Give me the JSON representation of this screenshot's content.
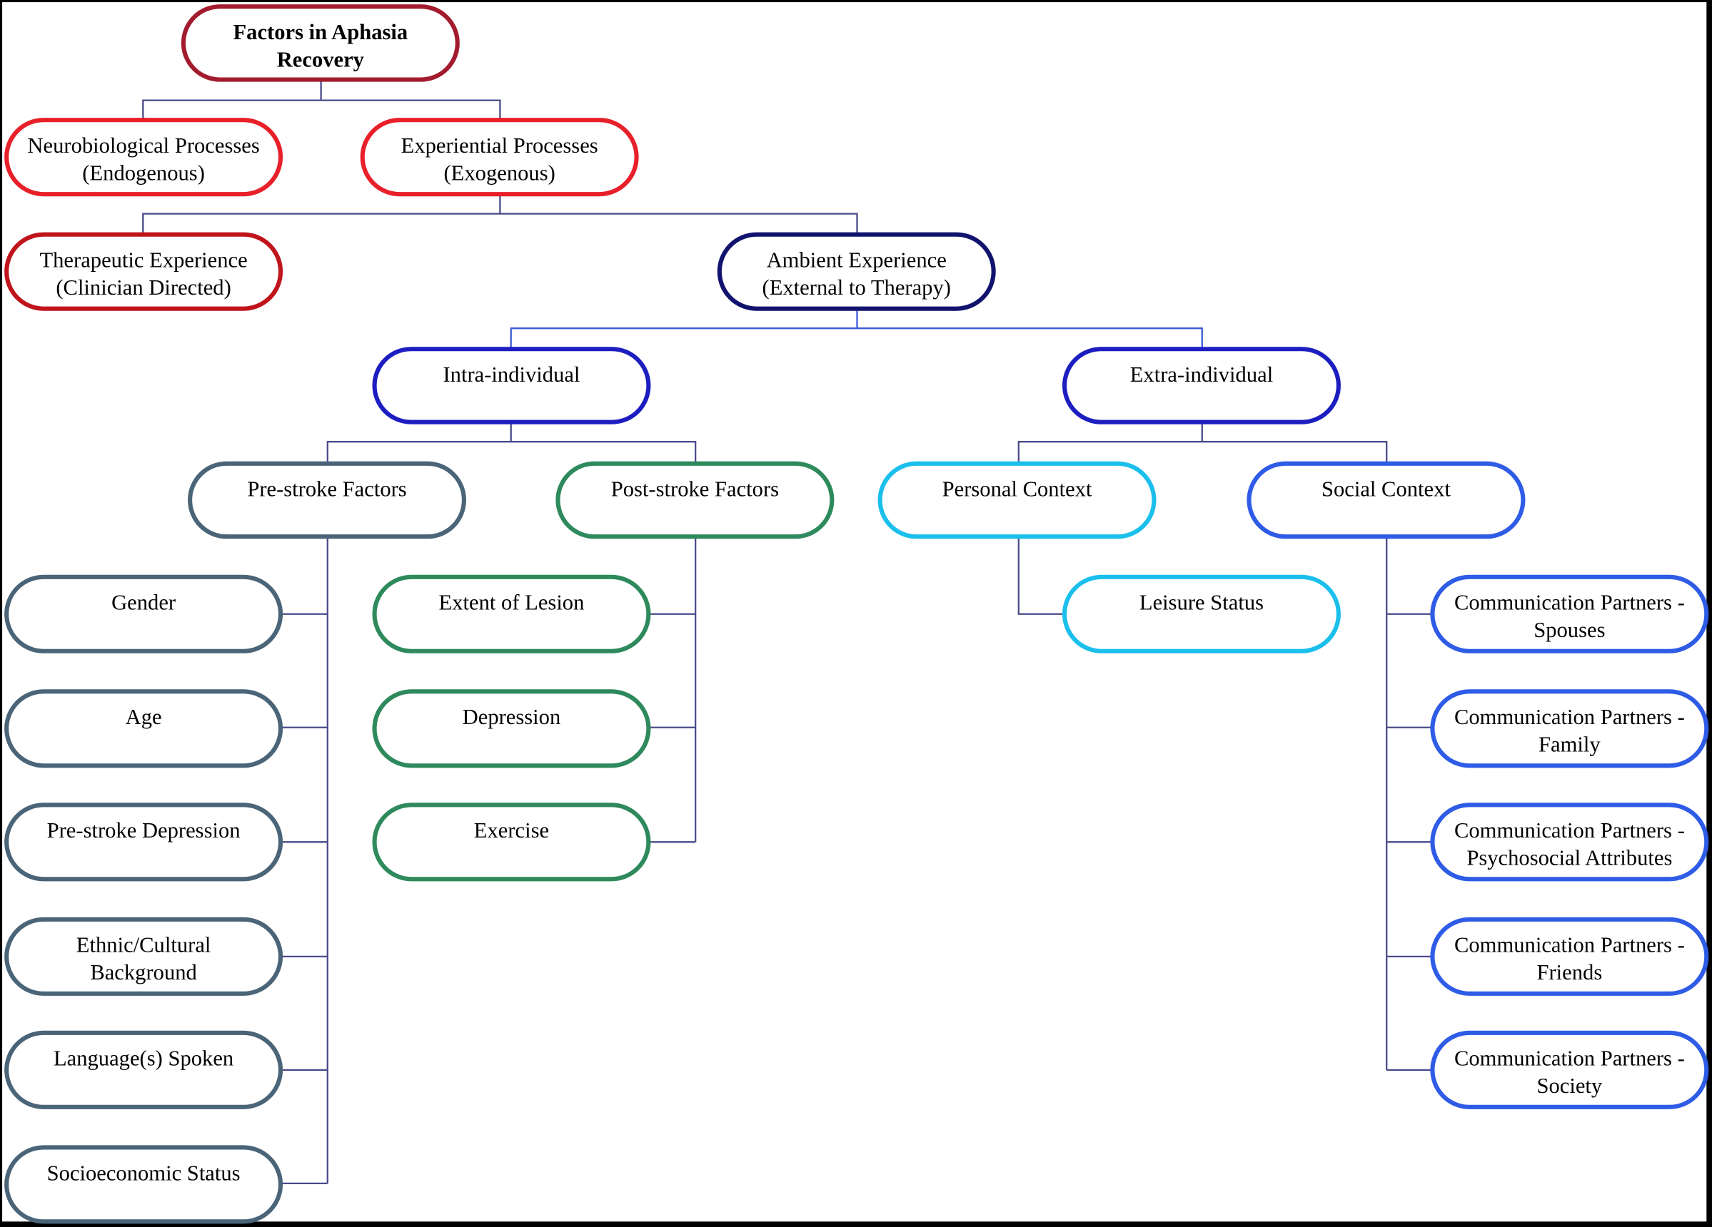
{
  "colors": {
    "dark_red": "#a31b2e",
    "red": "#e8202a",
    "crimson": "#c0141c",
    "navy": "#12136e",
    "blue": "#1c1ec0",
    "slate": "#4a6478",
    "green": "#2e8a5c",
    "cyan": "#1bbfec",
    "royal": "#2f5ce6",
    "connector": "#4a4a8a"
  },
  "diagram": {
    "nodes": {
      "root": "Factors in Aphasia\nRecovery",
      "neurobiological": "Neurobiological Processes\n(Endogenous)",
      "experiential": "Experiential Processes\n(Exogenous)",
      "therapeutic": "Therapeutic Experience\n(Clinician Directed)",
      "ambient": "Ambient Experience\n(External to Therapy)",
      "intra": "Intra-individual",
      "extra": "Extra-individual",
      "prestroke": "Pre-stroke Factors",
      "poststroke": "Post-stroke Factors",
      "personal": "Personal Context",
      "social": "Social Context",
      "gender": "Gender",
      "age": "Age",
      "prestroke_depression": "Pre-stroke Depression",
      "ethnic": "Ethnic/Cultural\nBackground",
      "language": "Language(s) Spoken",
      "ses": "Socioeconomic Status",
      "lesion": "Extent of Lesion",
      "depression": "Depression",
      "exercise": "Exercise",
      "leisure": "Leisure Status",
      "cp_spouses": "Communication Partners -\nSpouses",
      "cp_family": "Communication Partners -\nFamily",
      "cp_psychosocial": "Communication Partners -\nPsychosocial Attributes",
      "cp_friends": "Communication Partners -\nFriends",
      "cp_society": "Communication Partners -\nSociety"
    }
  }
}
